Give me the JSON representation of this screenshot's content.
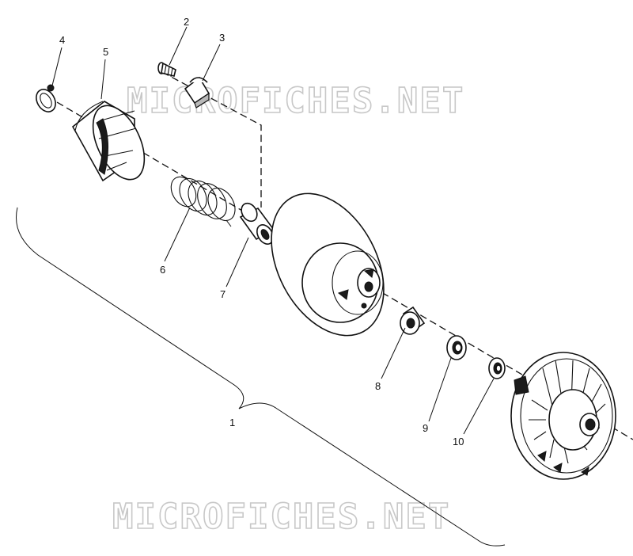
{
  "watermark": {
    "top": "MICROFICHES.NET",
    "bottom": "MICROFICHES.NET"
  },
  "callouts": {
    "c1": "1",
    "c2": "2",
    "c3": "3",
    "c4": "4",
    "c5": "5",
    "c6": "6",
    "c7": "7",
    "c8": "8",
    "c9": "9",
    "c10": "10"
  },
  "colors": {
    "line": "#111111",
    "watermark": "#c8c8c8",
    "background": "#ffffff"
  }
}
